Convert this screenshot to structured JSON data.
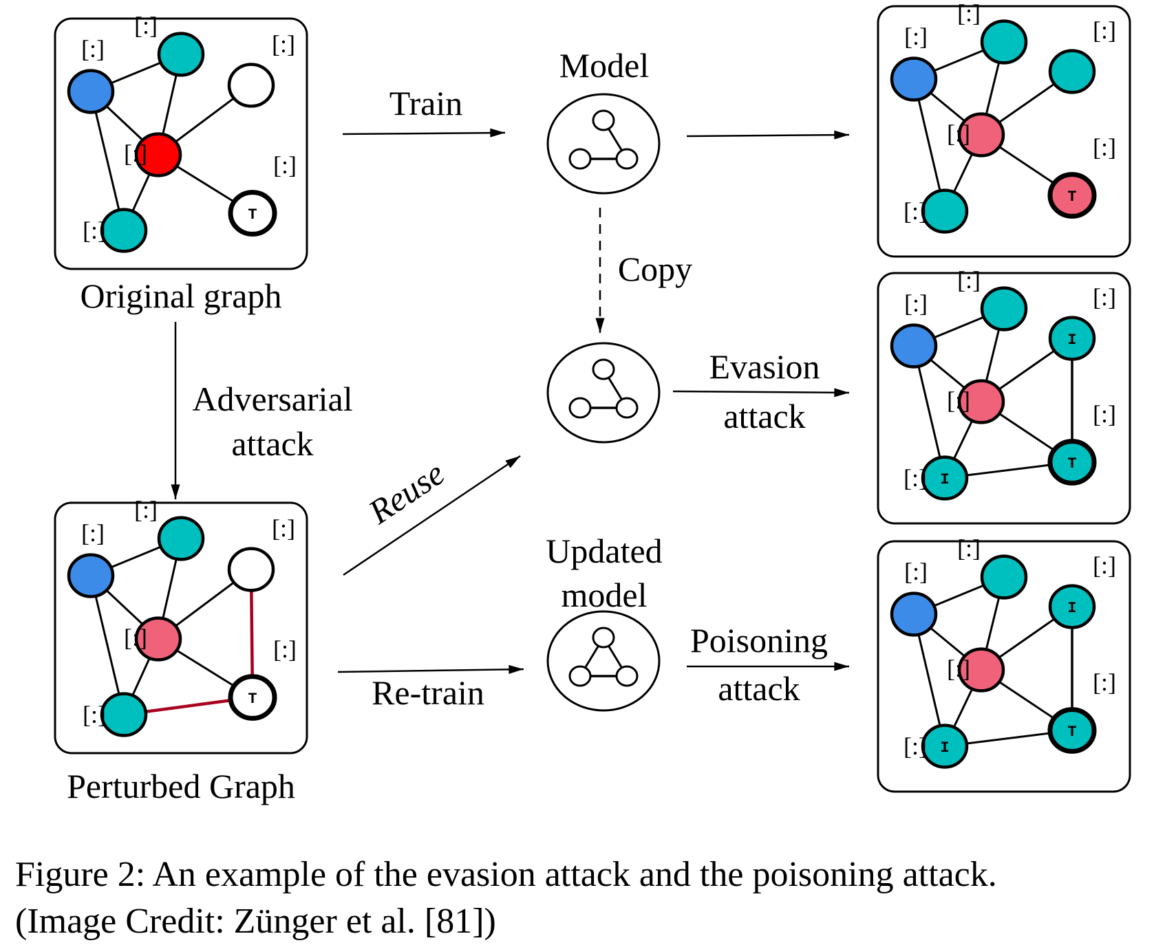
{
  "colors": {
    "blue": "#3d8be8",
    "teal": "#00bfbf",
    "red": "#ff0000",
    "pink": "#f0627a",
    "white": "#ffffff",
    "perturb_edge": "#a8001e",
    "perturb_label": "#a8001e"
  },
  "labels": {
    "original_graph": "Original graph",
    "perturbed_graph": "Perturbed Graph",
    "train": "Train",
    "model": "Model",
    "copy": "Copy",
    "adversarial_line1": "Adversarial",
    "adversarial_line2": "attack",
    "reuse": "Reuse",
    "retrain": "Re-train",
    "updated_line1": "Updated",
    "updated_line2": "model",
    "evasion_line1": "Evasion",
    "evasion_line2": "attack",
    "poisoning_line1": "Poisoning",
    "poisoning_line2": "attack"
  },
  "feature_marker": "[:]",
  "node_marks": {
    "target": "T",
    "injected": "I"
  },
  "graphs": {
    "original": {
      "nodes": [
        {
          "id": "a",
          "color": "blue",
          "mark": ""
        },
        {
          "id": "b",
          "color": "teal",
          "mark": ""
        },
        {
          "id": "c",
          "color": "white",
          "mark": ""
        },
        {
          "id": "d",
          "color": "red",
          "mark": ""
        },
        {
          "id": "e",
          "color": "teal",
          "mark": ""
        },
        {
          "id": "t",
          "color": "white",
          "mark": "T",
          "target": true
        }
      ]
    },
    "perturbed": {
      "nodes": [
        {
          "id": "a",
          "color": "blue",
          "mark": ""
        },
        {
          "id": "b",
          "color": "teal",
          "mark": ""
        },
        {
          "id": "c",
          "color": "white",
          "mark": ""
        },
        {
          "id": "d",
          "color": "pink",
          "mark": ""
        },
        {
          "id": "e",
          "color": "teal",
          "mark": ""
        },
        {
          "id": "t",
          "color": "white",
          "mark": "T",
          "target": true
        }
      ],
      "added_edges": [
        "c-t",
        "e-t"
      ]
    },
    "prediction": {
      "nodes": [
        {
          "id": "a",
          "color": "blue",
          "mark": ""
        },
        {
          "id": "b",
          "color": "teal",
          "mark": ""
        },
        {
          "id": "c",
          "color": "teal",
          "mark": ""
        },
        {
          "id": "d",
          "color": "pink",
          "mark": ""
        },
        {
          "id": "e",
          "color": "teal",
          "mark": ""
        },
        {
          "id": "t",
          "color": "pink",
          "mark": "T",
          "target": true
        }
      ]
    },
    "evasion": {
      "nodes": [
        {
          "id": "a",
          "color": "blue",
          "mark": ""
        },
        {
          "id": "b",
          "color": "teal",
          "mark": ""
        },
        {
          "id": "c",
          "color": "teal",
          "mark": "I"
        },
        {
          "id": "d",
          "color": "pink",
          "mark": ""
        },
        {
          "id": "e",
          "color": "teal",
          "mark": "I"
        },
        {
          "id": "t",
          "color": "teal",
          "mark": "T",
          "target": true
        }
      ]
    },
    "poisoning": {
      "nodes": [
        {
          "id": "a",
          "color": "blue",
          "mark": ""
        },
        {
          "id": "b",
          "color": "teal",
          "mark": ""
        },
        {
          "id": "c",
          "color": "teal",
          "mark": "I"
        },
        {
          "id": "d",
          "color": "pink",
          "mark": ""
        },
        {
          "id": "e",
          "color": "teal",
          "mark": "I"
        },
        {
          "id": "t",
          "color": "teal",
          "mark": "T",
          "target": true
        }
      ]
    }
  },
  "caption": {
    "line1": "Figure 2: An example of the evasion attack and the poisoning attack.",
    "line2": "(Image Credit: Zünger et al. [81])"
  }
}
